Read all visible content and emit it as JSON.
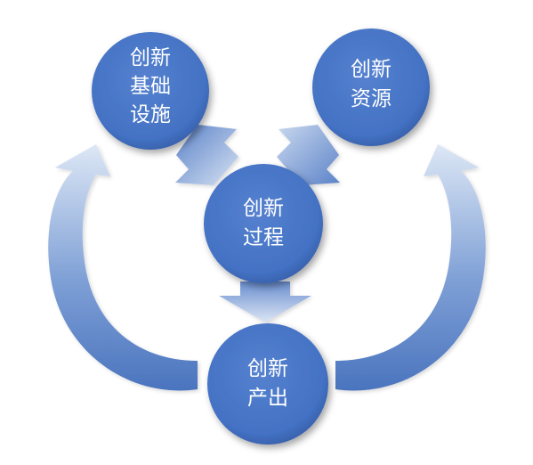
{
  "nodes": {
    "infrastructure": {
      "line1": "创新",
      "line2": "基础",
      "line3": "设施"
    },
    "resources": {
      "line1": "创新",
      "line2": "资源"
    },
    "process": {
      "line1": "创新",
      "line2": "过程"
    },
    "output": {
      "line1": "创新",
      "line2": "产出"
    }
  },
  "colors": {
    "circle_fill": "#4472C4",
    "circle_dark": "#2F5597",
    "arrow_light": "#DCE6F4",
    "arrow_dark": "#4A74BE"
  }
}
